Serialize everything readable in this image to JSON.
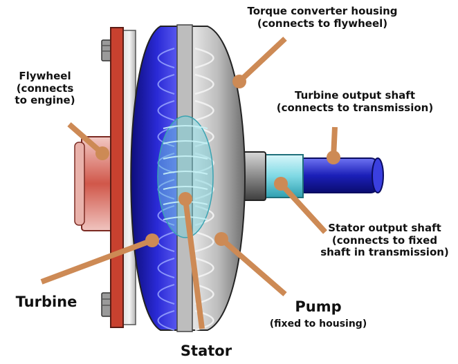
{
  "labels": {
    "housing": [
      "Torque converter housing",
      "(connects to flywheel)"
    ],
    "flywheel": [
      "Flywheel",
      "(connects",
      "to engine)"
    ],
    "turbine_shaft": [
      "Turbine output shaft",
      "(connects to transmission)"
    ],
    "stator_shaft": [
      "Stator output shaft",
      "(connects to fixed",
      "shaft in transmission)"
    ],
    "turbine": "Turbine",
    "pump": "Pump",
    "pump_sub": "(fixed to housing)",
    "stator": "Stator"
  },
  "colors": {
    "leader": "#cd8a55",
    "turbine_blue": "#2424c8",
    "housing_gray": "#9a9a9a",
    "flywheel_red": "#c0392b",
    "stator_cyan": "#7ed6e0",
    "shaft_blue": "#2b2fc9"
  }
}
